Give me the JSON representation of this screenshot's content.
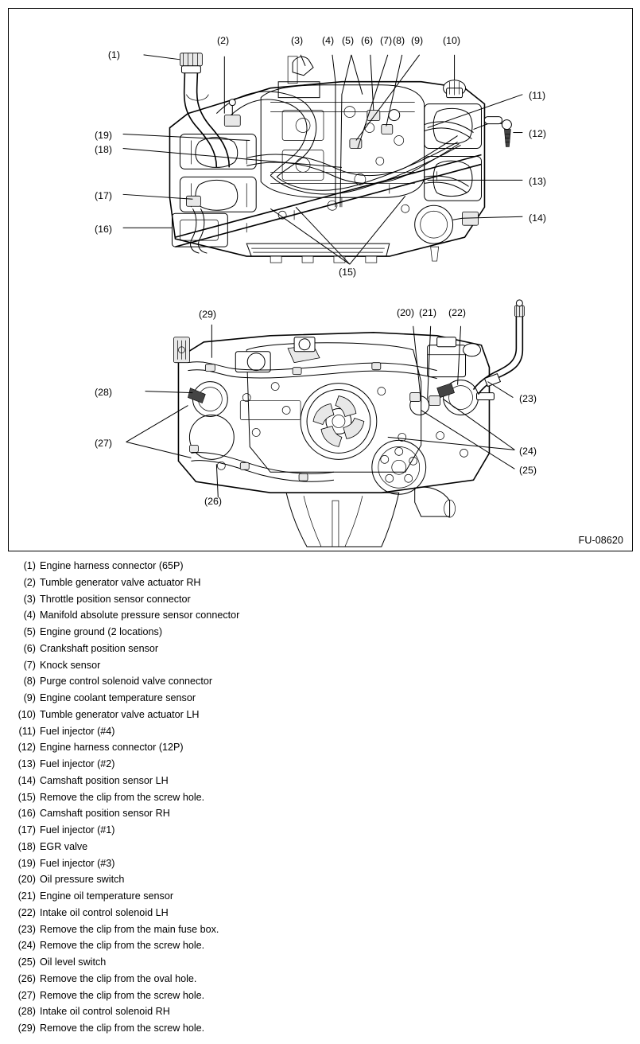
{
  "figure": {
    "id_label": "FU-08620",
    "diagrams": [
      {
        "name": "engine-top-view",
        "description": "Engine upper view showing intake manifold, fuel rails, harness routing and connector locations"
      },
      {
        "name": "engine-front-view",
        "description": "Engine front view showing crank pulley, timing belt cover, oil switches and harness clip locations"
      }
    ],
    "callouts_top": [
      {
        "id": "1",
        "label": "(1)"
      },
      {
        "id": "2",
        "label": "(2)"
      },
      {
        "id": "3",
        "label": "(3)"
      },
      {
        "id": "4",
        "label": "(4)"
      },
      {
        "id": "5",
        "label": "(5)"
      },
      {
        "id": "6",
        "label": "(6)"
      },
      {
        "id": "7",
        "label": "(7)"
      },
      {
        "id": "8",
        "label": "(8)"
      },
      {
        "id": "9",
        "label": "(9)"
      },
      {
        "id": "10",
        "label": "(10)"
      },
      {
        "id": "11",
        "label": "(11)"
      },
      {
        "id": "12",
        "label": "(12)"
      },
      {
        "id": "13",
        "label": "(13)"
      },
      {
        "id": "14",
        "label": "(14)"
      },
      {
        "id": "15",
        "label": "(15)"
      },
      {
        "id": "16",
        "label": "(16)"
      },
      {
        "id": "17",
        "label": "(17)"
      },
      {
        "id": "18",
        "label": "(18)"
      },
      {
        "id": "19",
        "label": "(19)"
      }
    ],
    "callouts_bottom": [
      {
        "id": "20",
        "label": "(20)"
      },
      {
        "id": "21",
        "label": "(21)"
      },
      {
        "id": "22",
        "label": "(22)"
      },
      {
        "id": "23",
        "label": "(23)"
      },
      {
        "id": "24",
        "label": "(24)"
      },
      {
        "id": "25",
        "label": "(25)"
      },
      {
        "id": "26",
        "label": "(26)"
      },
      {
        "id": "27",
        "label": "(27)"
      },
      {
        "id": "28",
        "label": "(28)"
      },
      {
        "id": "29",
        "label": "(29)"
      }
    ]
  },
  "legend": [
    {
      "num": "(1)",
      "text": "Engine harness connector (65P)"
    },
    {
      "num": "(2)",
      "text": "Tumble generator valve actuator RH"
    },
    {
      "num": "(3)",
      "text": "Throttle position sensor connector"
    },
    {
      "num": "(4)",
      "text": "Manifold absolute pressure sensor connector"
    },
    {
      "num": "(5)",
      "text": "Engine ground (2 locations)"
    },
    {
      "num": "(6)",
      "text": "Crankshaft position sensor"
    },
    {
      "num": "(7)",
      "text": "Knock sensor"
    },
    {
      "num": "(8)",
      "text": "Purge control solenoid valve connector"
    },
    {
      "num": "(9)",
      "text": "Engine coolant temperature sensor"
    },
    {
      "num": "(10)",
      "text": "Tumble generator valve actuator LH"
    },
    {
      "num": "(11)",
      "text": "Fuel injector (#4)"
    },
    {
      "num": "(12)",
      "text": "Engine harness connector (12P)"
    },
    {
      "num": "(13)",
      "text": "Fuel injector (#2)"
    },
    {
      "num": "(14)",
      "text": "Camshaft position sensor LH"
    },
    {
      "num": "(15)",
      "text": "Remove the clip from the screw hole."
    },
    {
      "num": "(16)",
      "text": "Camshaft position sensor RH"
    },
    {
      "num": "(17)",
      "text": "Fuel injector (#1)"
    },
    {
      "num": "(18)",
      "text": "EGR valve"
    },
    {
      "num": "(19)",
      "text": "Fuel injector (#3)"
    },
    {
      "num": "(20)",
      "text": "Oil pressure switch"
    },
    {
      "num": "(21)",
      "text": "Engine oil temperature sensor"
    },
    {
      "num": "(22)",
      "text": "Intake oil control solenoid LH"
    },
    {
      "num": "(23)",
      "text": "Remove the clip from the main fuse box."
    },
    {
      "num": "(24)",
      "text": "Remove the clip from the screw hole."
    },
    {
      "num": "(25)",
      "text": "Oil level switch"
    },
    {
      "num": "(26)",
      "text": "Remove the clip from the oval hole."
    },
    {
      "num": "(27)",
      "text": "Remove the clip from the screw hole."
    },
    {
      "num": "(28)",
      "text": "Intake oil control solenoid RH"
    },
    {
      "num": "(29)",
      "text": "Remove the clip from the screw hole."
    }
  ],
  "colors": {
    "ink": "#000000",
    "paper": "#ffffff",
    "shade_light": "#e8e8e8",
    "shade_mid": "#bdbdbd",
    "shade_dark": "#444444"
  }
}
